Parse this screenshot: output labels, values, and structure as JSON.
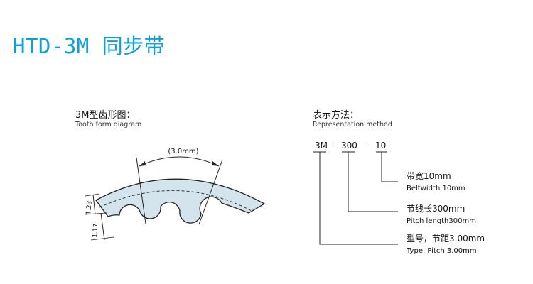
{
  "title": "HTD-3M 同步带",
  "tooth_form": {
    "heading": "3M型齿形图：",
    "subheading": "Tooth form diagram",
    "pitch_label": "(3.0mm)",
    "dim_height": "1.23",
    "dim_depth": "1.17"
  },
  "representation": {
    "heading": "表示方法：",
    "subheading": "Representation method",
    "code_parts": [
      "3M",
      "300",
      "10"
    ],
    "code_separator": "-",
    "items": [
      {
        "label": "带宽10mm",
        "sublabel": "Beltwidth 10mm"
      },
      {
        "label": "节线长300mm",
        "sublabel": "Pitch length300mm"
      },
      {
        "label": "型号，节距3.00mm",
        "sublabel": "Type, Pitch 3.00mm"
      }
    ]
  },
  "colors": {
    "title": "#0e9fd6",
    "belt_fill": "#d3e4ec",
    "line": "#222222"
  }
}
